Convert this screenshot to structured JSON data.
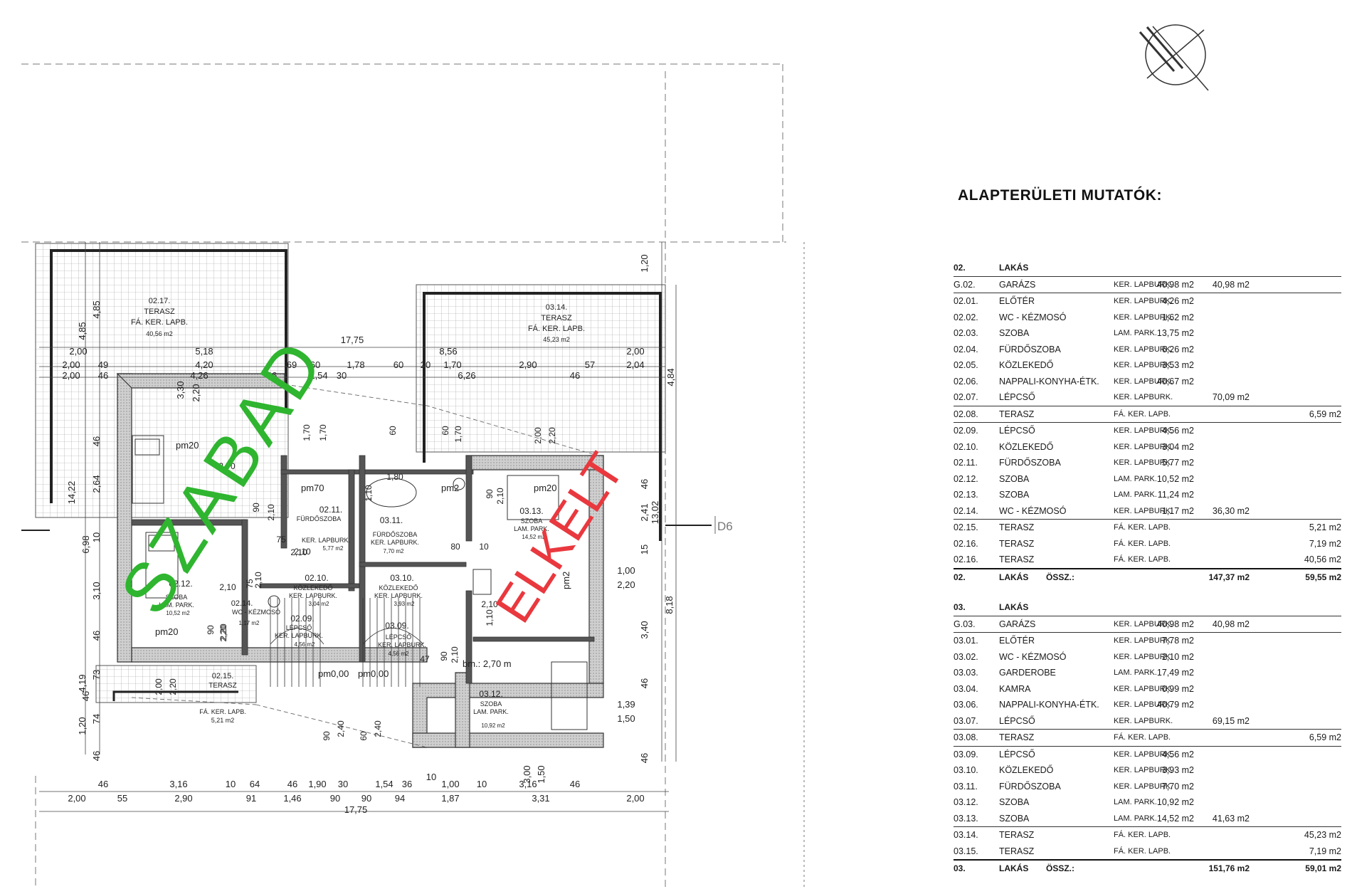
{
  "schedule": {
    "title": "ALAPTERÜLETI MUTATÓK:",
    "sections": [
      {
        "code": "02.",
        "name": "LAKÁS",
        "rows": [
          {
            "code": "G.02.",
            "name": "GARÁZS",
            "floor": "KER. LAPBURK.",
            "a1": "40,98 m2",
            "a2": "40,98 m2",
            "a3": "",
            "line": true
          },
          {
            "code": "02.01.",
            "name": "ELŐTÉR",
            "floor": "KER. LAPBURK.",
            "a1": "4,26 m2",
            "a2": "",
            "a3": ""
          },
          {
            "code": "02.02.",
            "name": "WC - KÉZMOSÓ",
            "floor": "KER. LAPBURK.",
            "a1": "1,62 m2",
            "a2": "",
            "a3": ""
          },
          {
            "code": "02.03.",
            "name": "SZOBA",
            "floor": "LAM. PARK.",
            "a1": "13,75 m2",
            "a2": "",
            "a3": ""
          },
          {
            "code": "02.04.",
            "name": "FÜRDŐSZOBA",
            "floor": "KER. LAPBURK.",
            "a1": "6,26 m2",
            "a2": "",
            "a3": ""
          },
          {
            "code": "02.05.",
            "name": "KÖZLEKEDŐ",
            "floor": "KER. LAPBURK.",
            "a1": "3,53 m2",
            "a2": "",
            "a3": ""
          },
          {
            "code": "02.06.",
            "name": "NAPPALI-KONYHA-ÉTK.",
            "floor": "KER. LAPBURK.",
            "a1": "40,67 m2",
            "a2": "",
            "a3": ""
          },
          {
            "code": "02.07.",
            "name": "LÉPCSŐ",
            "floor": "KER. LAPBURK.",
            "a1": "",
            "a2": "70,09 m2",
            "a3": "",
            "line": true
          },
          {
            "code": "02.08.",
            "name": "TERASZ",
            "floor": "FÁ. KER. LAPB.",
            "a1": "",
            "a2": "",
            "a3": "6,59 m2",
            "line": true
          },
          {
            "code": "02.09.",
            "name": "LÉPCSŐ",
            "floor": "KER. LAPBURK.",
            "a1": "4,56 m2",
            "a2": "",
            "a3": ""
          },
          {
            "code": "02.10.",
            "name": "KÖZLEKEDŐ",
            "floor": "KER. LAPBURK.",
            "a1": "3,04 m2",
            "a2": "",
            "a3": ""
          },
          {
            "code": "02.11.",
            "name": "FÜRDŐSZOBA",
            "floor": "KER. LAPBURK.",
            "a1": "5,77 m2",
            "a2": "",
            "a3": ""
          },
          {
            "code": "02.12.",
            "name": "SZOBA",
            "floor": "LAM. PARK.",
            "a1": "10,52 m2",
            "a2": "",
            "a3": ""
          },
          {
            "code": "02.13.",
            "name": "SZOBA",
            "floor": "LAM. PARK.",
            "a1": "11,24 m2",
            "a2": "",
            "a3": ""
          },
          {
            "code": "02.14.",
            "name": "WC - KÉZMOSÓ",
            "floor": "KER. LAPBURK.",
            "a1": "1,17 m2",
            "a2": "36,30 m2",
            "a3": "",
            "line": true
          },
          {
            "code": "02.15.",
            "name": "TERASZ",
            "floor": "FÁ. KER. LAPB.",
            "a1": "",
            "a2": "",
            "a3": "5,21 m2"
          },
          {
            "code": "02.16.",
            "name": "TERASZ",
            "floor": "FÁ. KER. LAPB.",
            "a1": "",
            "a2": "",
            "a3": "7,19 m2"
          },
          {
            "code": "02.16.",
            "name": "TERASZ",
            "floor": "FÁ. KER. LAPB.",
            "a1": "",
            "a2": "",
            "a3": "40,56 m2",
            "heavy": true
          }
        ],
        "total": {
          "code": "02.",
          "name": "LAKÁS",
          "label": "ÖSSZ.:",
          "a2": "147,37 m2",
          "a3": "59,55 m2"
        }
      },
      {
        "code": "03.",
        "name": "LAKÁS",
        "rows": [
          {
            "code": "G.03.",
            "name": "GARÁZS",
            "floor": "KER. LAPBURK.",
            "a1": "40,98 m2",
            "a2": "40,98 m2",
            "a3": "",
            "line": true
          },
          {
            "code": "03.01.",
            "name": "ELŐTÉR",
            "floor": "KER. LAPBURK.",
            "a1": "7,78 m2",
            "a2": "",
            "a3": ""
          },
          {
            "code": "03.02.",
            "name": "WC - KÉZMOSÓ",
            "floor": "KER. LAPBURK.",
            "a1": "2,10 m2",
            "a2": "",
            "a3": ""
          },
          {
            "code": "03.03.",
            "name": "GARDEROBE",
            "floor": "LAM. PARK.",
            "a1": "17,49 m2",
            "a2": "",
            "a3": ""
          },
          {
            "code": "03.04.",
            "name": "KAMRA",
            "floor": "KER. LAPBURK.",
            "a1": "0,99 m2",
            "a2": "",
            "a3": ""
          },
          {
            "code": "03.06.",
            "name": "NAPPALI-KONYHA-ÉTK.",
            "floor": "KER. LAPBURK.",
            "a1": "40,79 m2",
            "a2": "",
            "a3": ""
          },
          {
            "code": "03.07.",
            "name": "LÉPCSŐ",
            "floor": "KER. LAPBURK.",
            "a1": "",
            "a2": "69,15 m2",
            "a3": "",
            "line": true
          },
          {
            "code": "03.08.",
            "name": "TERASZ",
            "floor": "FÁ. KER. LAPB.",
            "a1": "",
            "a2": "",
            "a3": "6,59 m2",
            "line": true
          },
          {
            "code": "03.09.",
            "name": "LÉPCSŐ",
            "floor": "KER. LAPBURK.",
            "a1": "4,56 m2",
            "a2": "",
            "a3": ""
          },
          {
            "code": "03.10.",
            "name": "KÖZLEKEDŐ",
            "floor": "KER. LAPBURK.",
            "a1": "3,93 m2",
            "a2": "",
            "a3": ""
          },
          {
            "code": "03.11.",
            "name": "FÜRDŐSZOBA",
            "floor": "KER. LAPBURK.",
            "a1": "7,70 m2",
            "a2": "",
            "a3": ""
          },
          {
            "code": "03.12.",
            "name": "SZOBA",
            "floor": "LAM. PARK.",
            "a1": "10,92 m2",
            "a2": "",
            "a3": ""
          },
          {
            "code": "03.13.",
            "name": "SZOBA",
            "floor": "LAM. PARK.",
            "a1": "14,52 m2",
            "a2": "41,63 m2",
            "a3": "",
            "line": true
          },
          {
            "code": "03.14.",
            "name": "TERASZ",
            "floor": "FÁ. KER. LAPB.",
            "a1": "",
            "a2": "",
            "a3": "45,23 m2"
          },
          {
            "code": "03.15.",
            "name": "TERASZ",
            "floor": "FÁ. KER. LAPB.",
            "a1": "",
            "a2": "",
            "a3": "7,19 m2",
            "heavy": true
          }
        ],
        "total": {
          "code": "03.",
          "name": "LAKÁS",
          "label": "ÖSSZ.:",
          "a2": "151,76 m2",
          "a3": "59,01 m2"
        }
      }
    ]
  },
  "plan": {
    "stamp_left": "SZABAD",
    "stamp_right": "ELKELT",
    "stamp_left_color": "#2fb52f",
    "stamp_right_color": "#e9383e",
    "section_marker": "D6",
    "terraces": [
      {
        "code": "02.17.",
        "name": "TERASZ",
        "floor": "FÁ. KER. LAPB.",
        "area": "40,56 m2"
      },
      {
        "code": "03.14.",
        "name": "TERASZ",
        "floor": "FÁ. KER. LAPB.",
        "area": "45,23 m2"
      },
      {
        "code": "02.15.",
        "name": "TERASZ",
        "floor": "FÁ. KER. LAPB.",
        "area": "5,21 m2"
      }
    ],
    "rooms": [
      {
        "code": "02.12.",
        "name": "SZOBA",
        "floor": "LAM. PARK.",
        "area": "10,52 m2"
      },
      {
        "code": "02.11.",
        "name": "FÜRDŐSZOBA",
        "floor": "KER. LAPBURK.",
        "area": "5,77 m2"
      },
      {
        "code": "03.11.",
        "name": "FÜRDŐSZOBA",
        "floor": "KER. LAPBURK.",
        "area": "7,70 m2"
      },
      {
        "code": "03.13.",
        "name": "SZOBA",
        "floor": "LAM. PARK.",
        "area": "14,52 m2"
      },
      {
        "code": "02.10.",
        "name": "KÖZLEKEDŐ",
        "floor": "KER. LAPBURK.",
        "area": "3,04 m2"
      },
      {
        "code": "03.10.",
        "name": "KÖZLEKEDŐ",
        "floor": "KER. LAPBURK.",
        "area": "3,93 m2"
      },
      {
        "code": "02.09.",
        "name": "LÉPCSŐ",
        "floor": "KER. LAPBURK.",
        "area": "4,56 m2"
      },
      {
        "code": "03.09.",
        "name": "LÉPCSŐ",
        "floor": "KER. LAPBURK.",
        "area": "4,56 m2"
      },
      {
        "code": "03.12.",
        "name": "SZOBA",
        "floor": "LAM. PARK.",
        "area": "10,92 m2"
      },
      {
        "code": "02.14.",
        "name": "WC - KÉZMOSÓ",
        "floor": "",
        "area": "1,17 m2"
      }
    ],
    "labels": {
      "pm20": "pm20",
      "pm70": "pm70",
      "pm000": "pm0,00",
      "pm2": "pm2",
      "bm": "bm.: 2,70 m"
    },
    "dims_top": [
      "2,00",
      "46",
      "55",
      "3,16",
      "2,90",
      "10",
      "64",
      "91",
      "46",
      "1,46",
      "1,90",
      "30",
      "90",
      "90",
      "1,54",
      "94",
      "36",
      "10",
      "1,00",
      "1,87",
      "10",
      "3,16",
      "3,31",
      "46",
      "2,00",
      "17,75"
    ],
    "dims_upper": [
      "17,75",
      "5,18",
      "8,56",
      "4,20",
      "2,00",
      "2,00",
      "4,26",
      "49",
      "46",
      "46",
      "69",
      "60",
      "1,78",
      "60",
      "20",
      "1,70",
      "2,90",
      "57",
      "2,00",
      "2,04",
      "1,54",
      "30",
      "6,26",
      "46",
      "2,00"
    ],
    "dims_left": [
      "4,85",
      "4,85",
      "3,30",
      "2,20",
      "46",
      "2,64",
      "14,22",
      "6,98",
      "10",
      "3,10",
      "46",
      "4,19",
      "73",
      "46",
      "1,20",
      "74",
      "46"
    ],
    "dims_right": [
      "1,20",
      "4,84",
      "46",
      "2,41",
      "13,02",
      "15",
      "1,00",
      "2,20",
      "8,18",
      "3,40",
      "46",
      "1,39",
      "1,50",
      "46",
      "3,00",
      "1,50"
    ],
    "dims_misc": [
      "1,70",
      "1,70",
      "1,70",
      "60",
      "60",
      "2,00",
      "2,20",
      "1,80",
      "1,10",
      "2,10",
      "2,10",
      "2,10",
      "75",
      "2,10",
      "90",
      "80",
      "10",
      "90",
      "2,10",
      "1,10",
      "2,20",
      "90",
      "2,10",
      "47",
      "2,40",
      "2,40",
      "90",
      "60",
      "2,00",
      "2,20",
      "90",
      "2,10",
      "2,10",
      "75",
      "2,70",
      "2,20"
    ]
  }
}
